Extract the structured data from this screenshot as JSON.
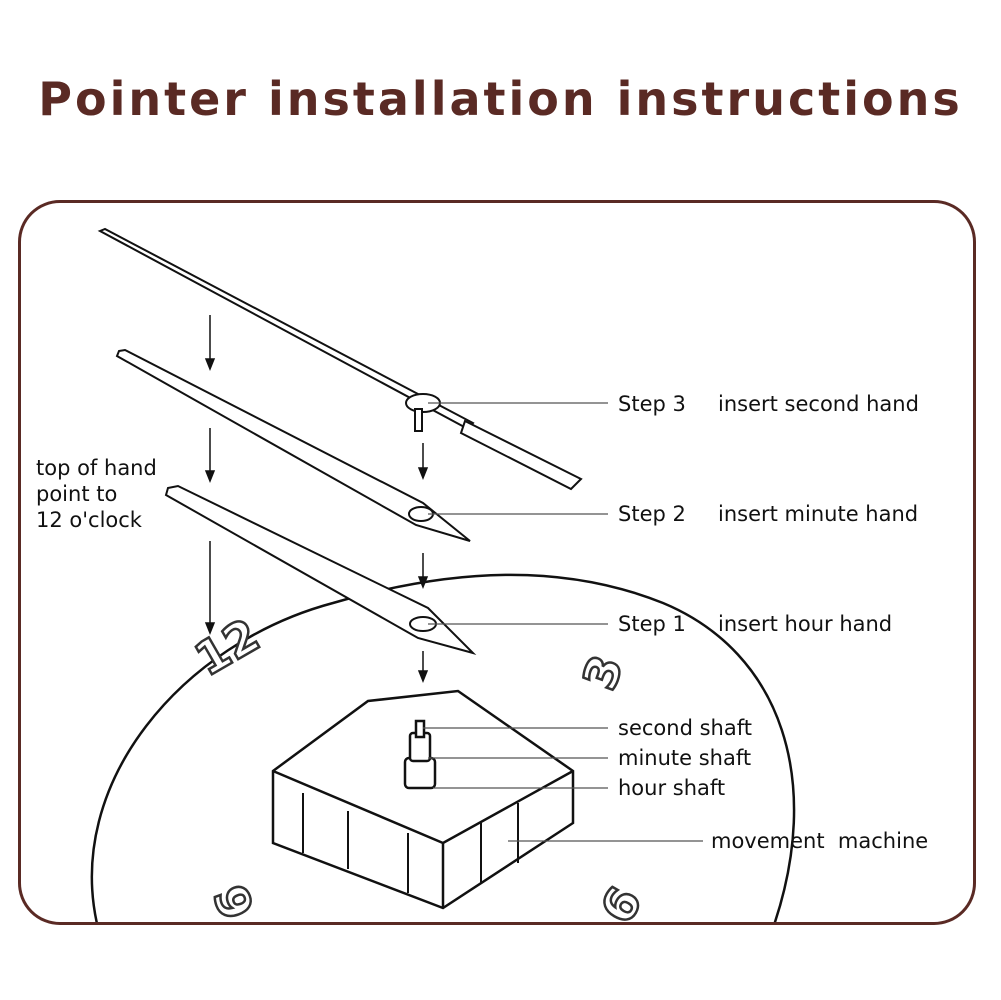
{
  "title": "Pointer installation instructions",
  "note_lines": [
    "top of hand",
    "point to",
    "12 o'clock"
  ],
  "steps": [
    {
      "step": "Step 3",
      "action": "insert second hand"
    },
    {
      "step": "Step 2",
      "action": "insert minute hand"
    },
    {
      "step": "Step 1",
      "action": "insert hour hand"
    }
  ],
  "parts": {
    "second_shaft": "second shaft",
    "minute_shaft": "minute shaft",
    "hour_shaft": "hour shaft",
    "movement": "movement  machine"
  },
  "dial_numbers": {
    "twelve": "12",
    "three": "3",
    "six": "6",
    "nine": "9"
  },
  "colors": {
    "accent": "#5a2a24",
    "line": "#111111"
  }
}
